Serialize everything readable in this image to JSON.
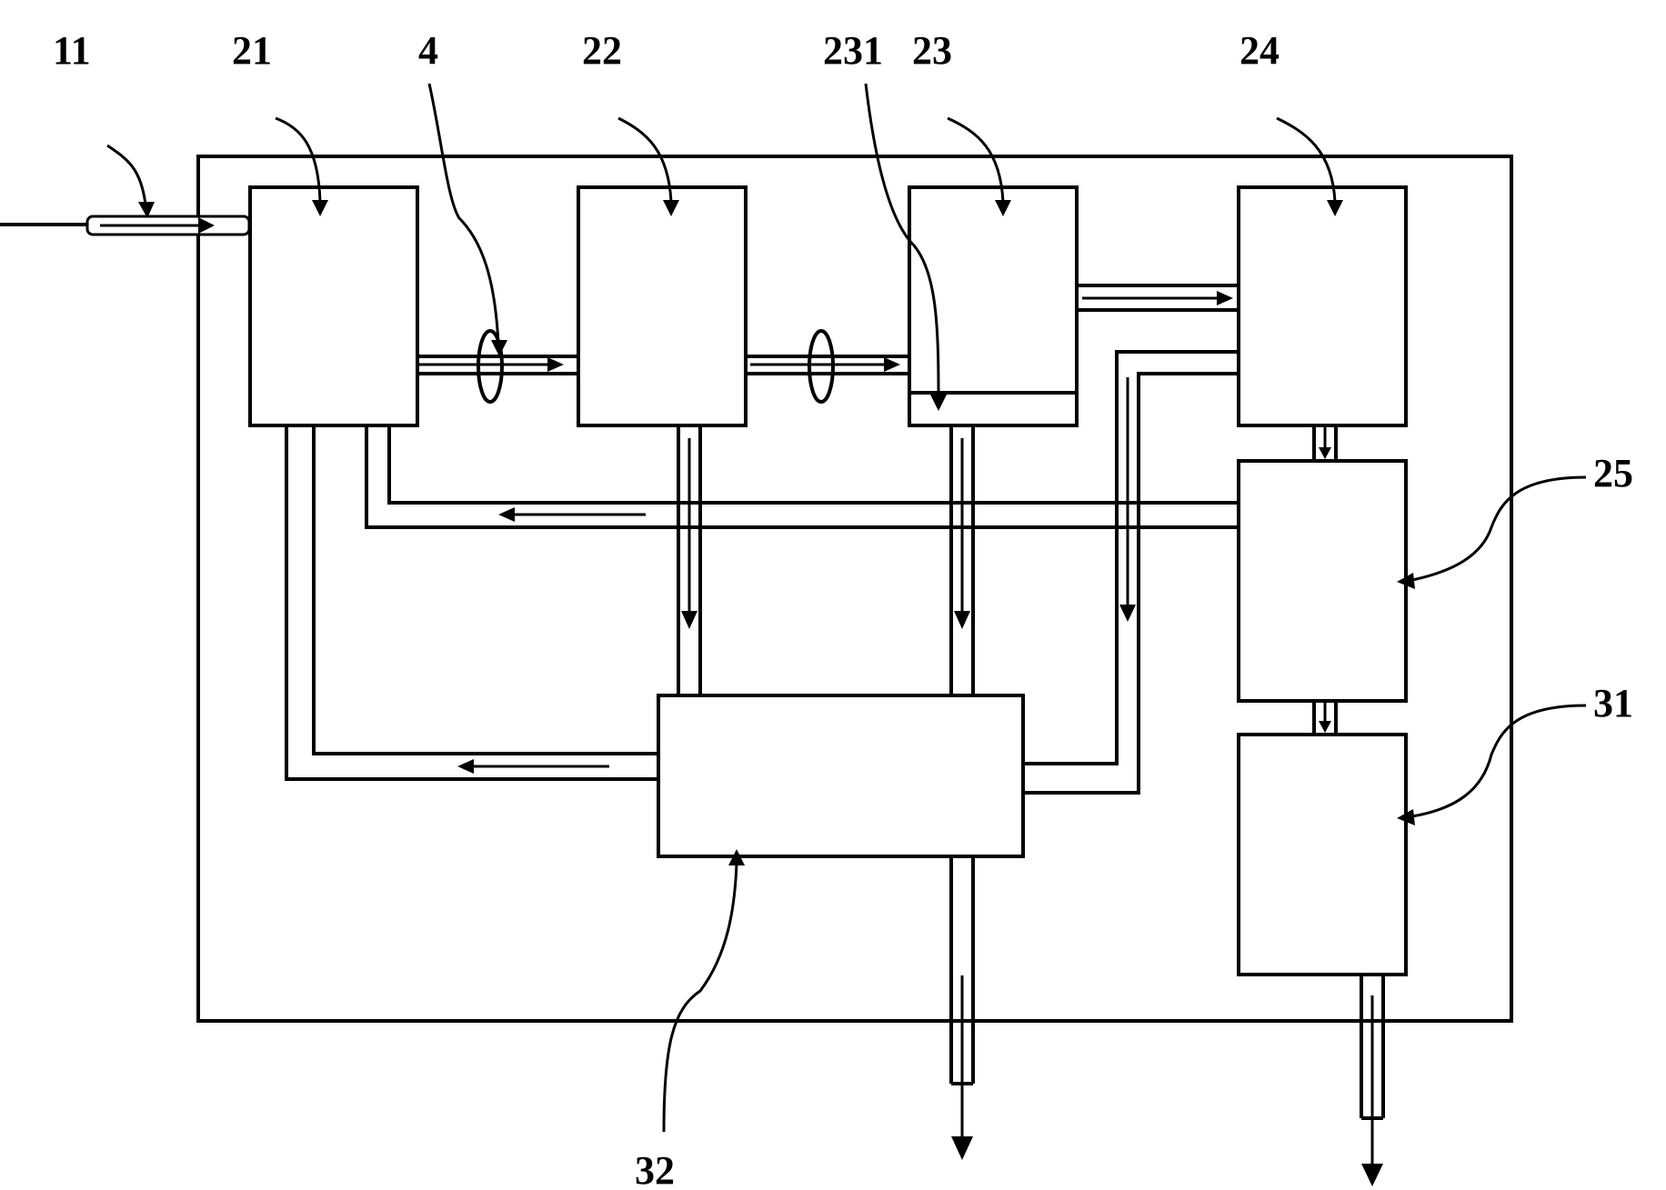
{
  "labels": {
    "inlet": "11",
    "unit_21": "21",
    "valve": "4",
    "unit_22": "22",
    "plate_231": "231",
    "unit_23": "23",
    "unit_24": "24",
    "unit_25": "25",
    "unit_31": "31",
    "unit_32": "32"
  },
  "colors": {
    "stroke": "#000000",
    "background": "#ffffff"
  }
}
